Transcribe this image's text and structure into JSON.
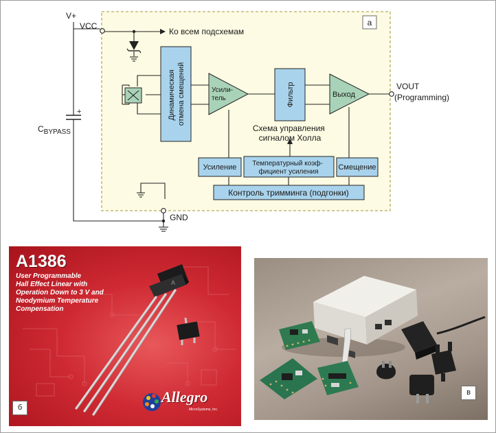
{
  "diagram": {
    "panel_label": "а",
    "supply_label": "V+",
    "vcc_label": "VCC",
    "to_subcircuits": "Ко всем подсхемам",
    "dynamic_offset_line1": "Динамическая",
    "dynamic_offset_line2": "отмена смещений",
    "amplifier_line1": "Усили-",
    "amplifier_line2": "тель",
    "filter_label": "Фильтр",
    "output_stage": "Выход",
    "vout_label": "VOUT",
    "vout_mode": "(Programming)",
    "hall_control_line1": "Схема управления",
    "hall_control_line2": "сигналом Холла",
    "gain_label": "Усиление",
    "temp_coef_line1": "Температурный коэф-",
    "temp_coef_line2": "фициент усиления",
    "offset_label": "Смещение",
    "trim_control": "Контроль тримминга (подгонки)",
    "cap_prefix": "C",
    "cap_subscript": "BYPASS",
    "cap_polarity": "+",
    "gnd_label": "GND"
  },
  "product_card": {
    "panel_label": "б",
    "chip_name": "A1386",
    "description_lines": [
      "User Programmable",
      "Hall Effect Linear with",
      "Operation Down to 3 V and",
      "Neodymium Temperature",
      "Compensation"
    ],
    "brand": "Allegro",
    "brand_subtitle": "MicroSystems, Inc."
  },
  "photo": {
    "panel_label": "в"
  },
  "colors": {
    "block_fill": "#a9d3ec",
    "triangle_fill": "#a9d3b8",
    "frame_fill": "#fdfbe3",
    "frame_border": "#b4aa5a",
    "card_red": "#cf2a33"
  }
}
